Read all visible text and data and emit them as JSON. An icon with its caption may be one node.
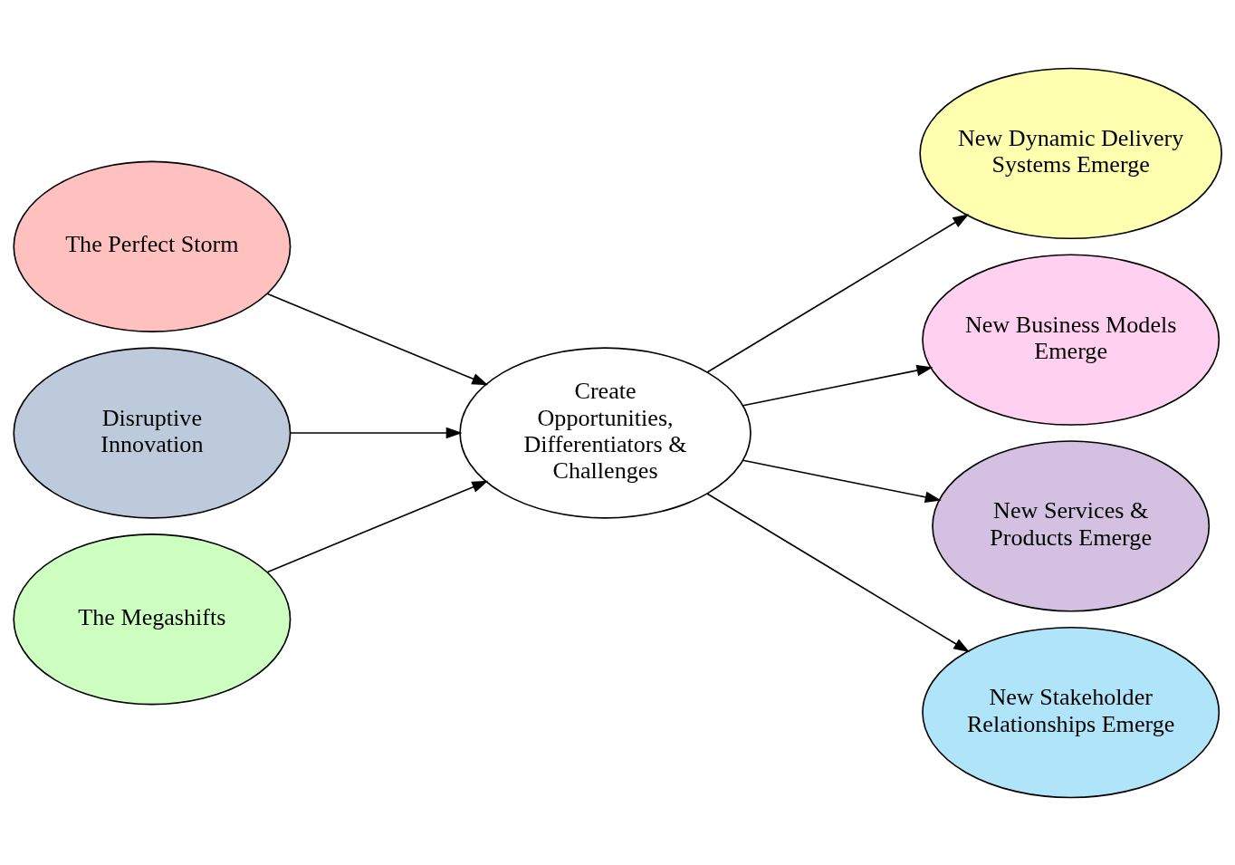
{
  "diagram": {
    "nodes": [
      {
        "text": [
          "The Perfect Storm"
        ]
      },
      {
        "text": [
          "Disruptive Innovation"
        ]
      },
      {
        "text": [
          "The Megashifts"
        ]
      },
      {
        "text": [
          "Create Opportunities, Differentiators & Challenges"
        ]
      },
      {
        "text": [
          "New Dynamic Delivery Systems Emerge"
        ]
      },
      {
        "text": [
          "New Business Models Emerge"
        ]
      },
      {
        "text": [
          "New Services & Products Emerge"
        ]
      },
      {
        "text": [
          "New Stakeholder Relationships Emerge"
        ]
      }
    ],
    "edges": [
      {
        "from": 0,
        "to": 3,
        "arrow": "to"
      },
      {
        "from": 1,
        "to": 3,
        "arrow": "to"
      },
      {
        "from": 2,
        "to": 3,
        "arrow": "to"
      },
      {
        "from": 3,
        "to": 4,
        "arrow": "to"
      },
      {
        "from": 3,
        "to": 5,
        "arrow": "to"
      },
      {
        "from": 3,
        "to": 6,
        "arrow": "to"
      },
      {
        "from": 3,
        "to": 7,
        "arrow": "to"
      }
    ]
  }
}
